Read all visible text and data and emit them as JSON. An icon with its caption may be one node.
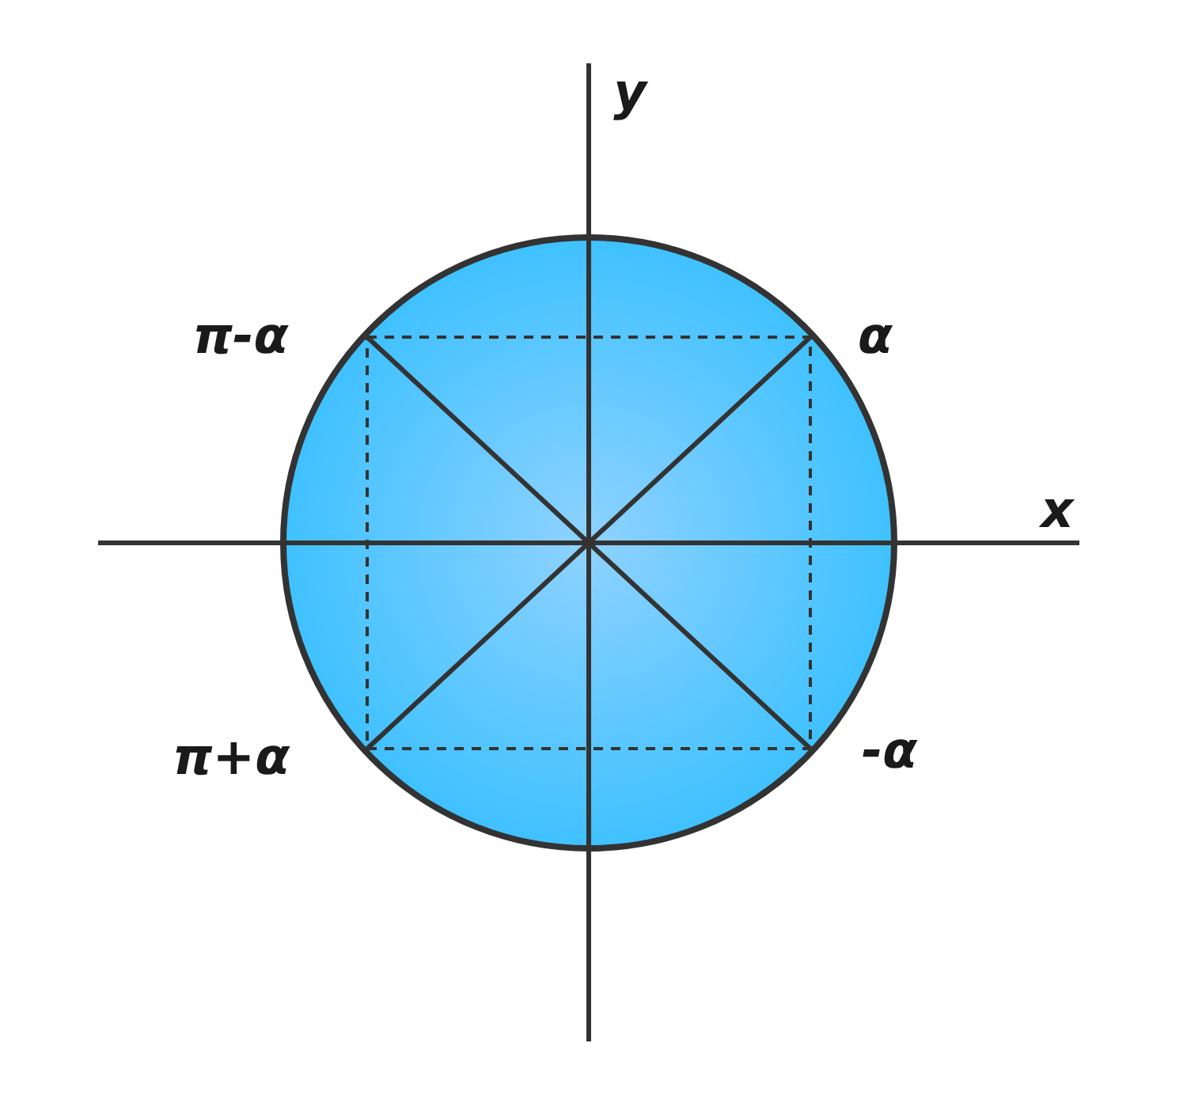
{
  "diagram": {
    "labels": [
      "y",
      "π-α",
      "α",
      "x",
      "π+α",
      "-α"
    ]
  }
}
